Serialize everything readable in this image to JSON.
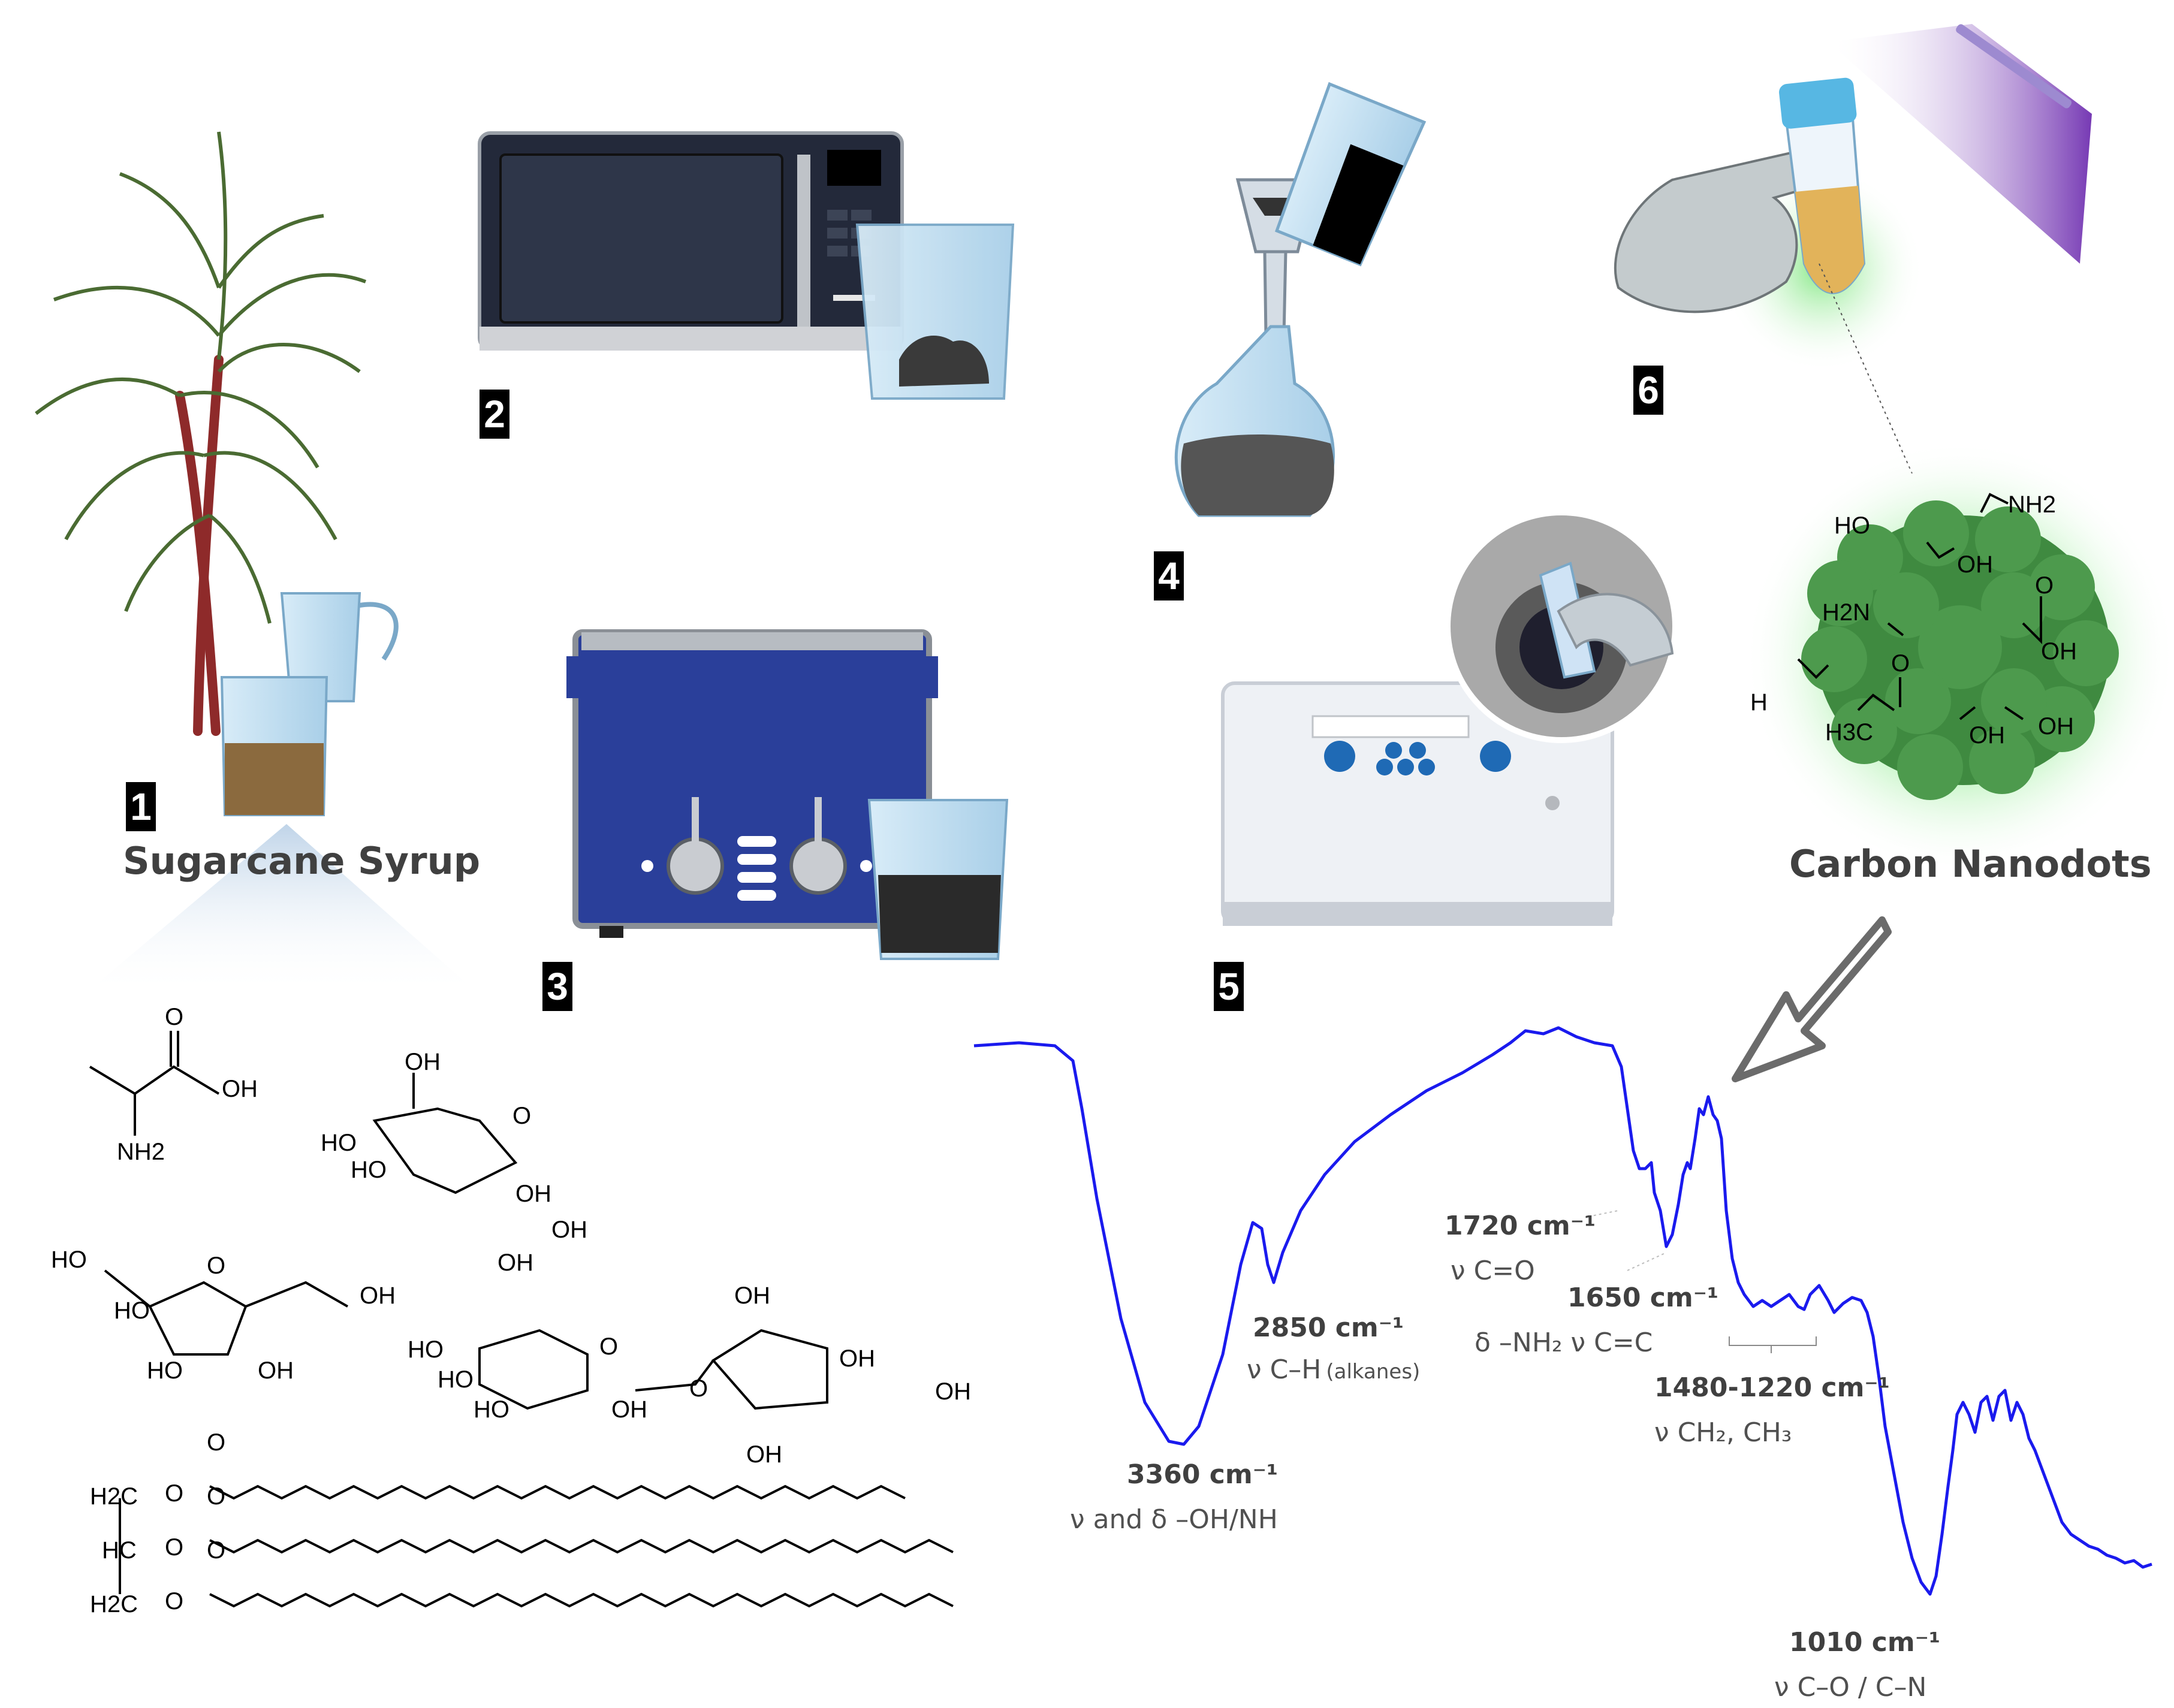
{
  "steps": {
    "s1": {
      "number": "1",
      "caption": "Sugarcane Syrup"
    },
    "s2": {
      "number": "2"
    },
    "s3": {
      "number": "3"
    },
    "s4": {
      "number": "4"
    },
    "s5": {
      "number": "5"
    },
    "s6": {
      "number": "6",
      "caption": "Carbon Nanodots"
    }
  },
  "functional_groups": [
    "HO",
    "NH2",
    "OH",
    "H2N",
    "OH",
    "O",
    "H",
    "H3C",
    "O",
    "OH",
    "OH",
    "OH"
  ],
  "syrup_molecules": {
    "alanine": [
      "O",
      "OH",
      "NH2"
    ],
    "glucose": [
      "OH",
      "O",
      "HO",
      "HO",
      "OH",
      "OH"
    ],
    "fructose": [
      "HO",
      "O",
      "OH",
      "HO",
      "HO",
      "OH"
    ],
    "sucrose": [
      "OH",
      "HO",
      "HO",
      "HO",
      "OH",
      "O",
      "O",
      "OH",
      "OH",
      "OH",
      "HO",
      "OH"
    ],
    "triglyceride": [
      "H2C",
      "O",
      "O",
      "HC",
      "O",
      "O",
      "H2C",
      "O",
      "O"
    ]
  },
  "ftir": {
    "colors": {
      "spectrum": "#1a1aee",
      "arrow": "#6b6b6b"
    },
    "peaks": [
      {
        "wavenumber": "3360 cm⁻¹",
        "assignment": "ν and δ –OH/NH"
      },
      {
        "wavenumber": "2850 cm⁻¹",
        "assignment": "ν  C–H",
        "note": "(alkanes)"
      },
      {
        "wavenumber": "1720 cm⁻¹",
        "assignment": "ν C=O"
      },
      {
        "wavenumber": "1650 cm⁻¹",
        "assignment": "δ  –NH₂ ν  C=C"
      },
      {
        "wavenumber": "1480-1220 cm⁻¹",
        "assignment": "ν  CH₂, CH₃"
      },
      {
        "wavenumber": "1010 cm⁻¹",
        "assignment": "ν C–O / C–N"
      }
    ]
  }
}
